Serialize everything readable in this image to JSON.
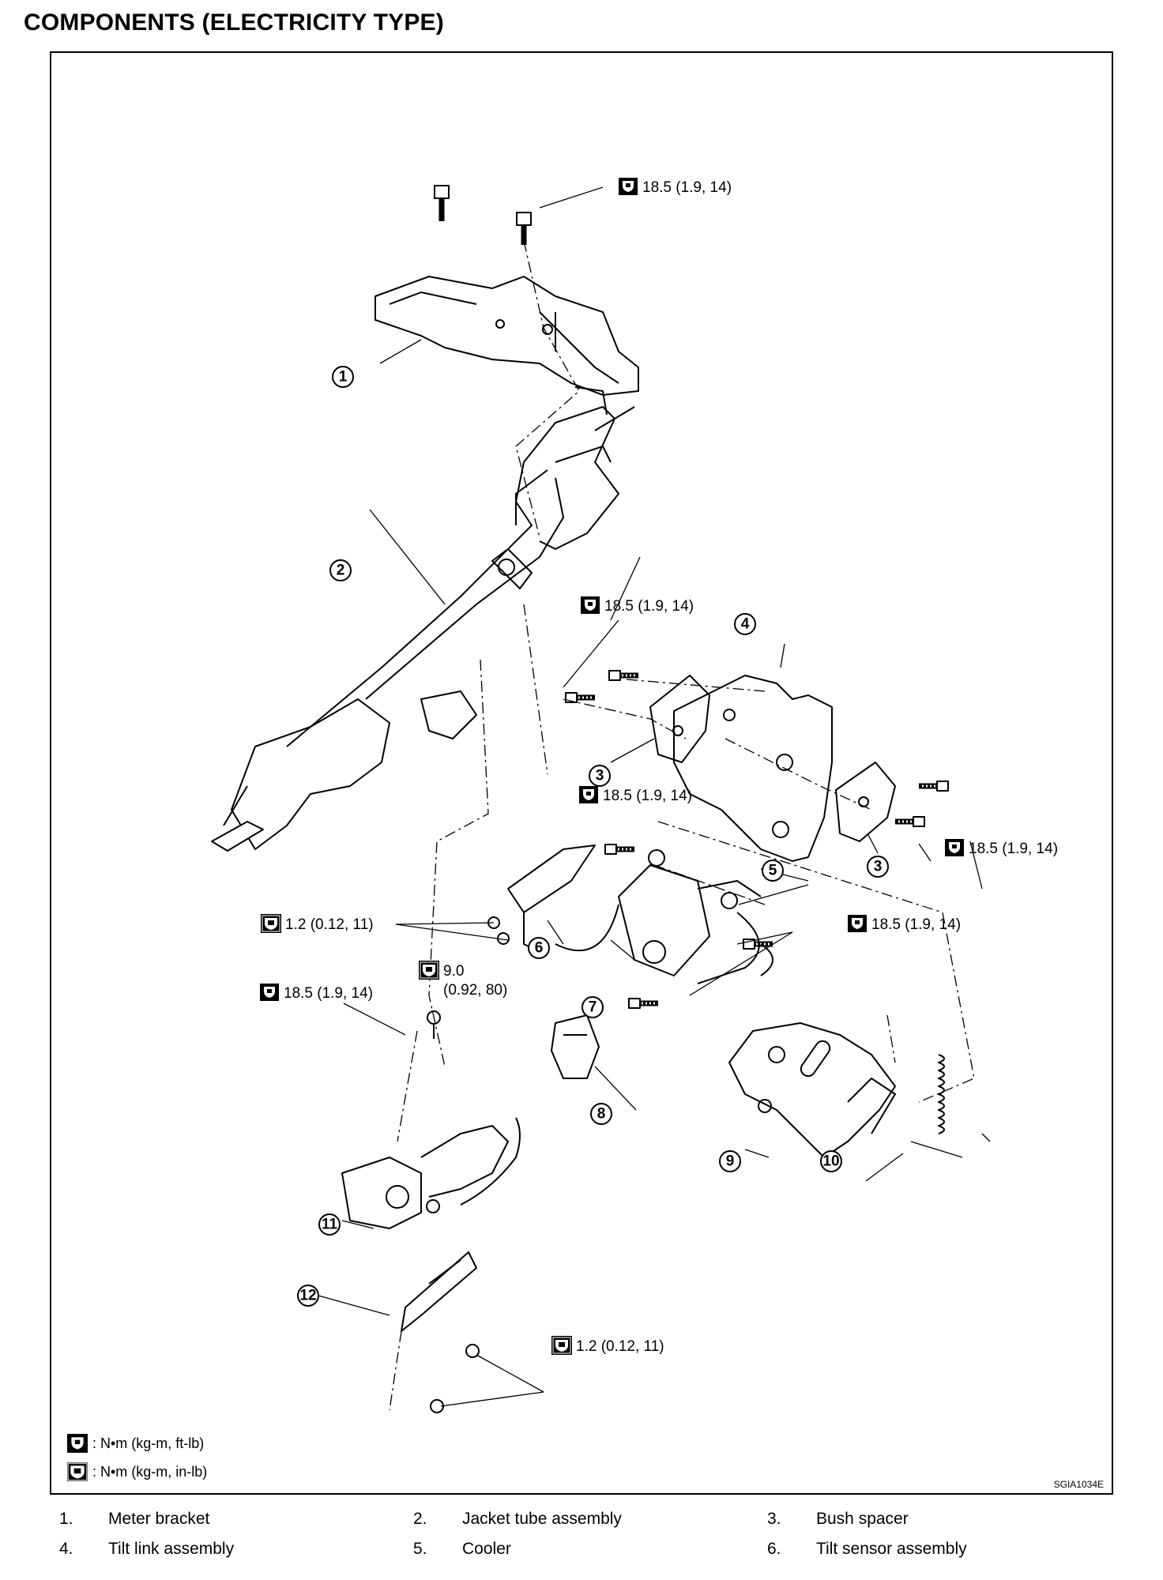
{
  "title": "COMPONENTS (ELECTRICITY TYPE)",
  "torque_labels": {
    "t1": "18.5 (1.9, 14)",
    "t2": "18.5 (1.9, 14)",
    "t3": "18.5 (1.9, 14)",
    "t4": "18.5 (1.9, 14)",
    "t5": "18.5 (1.9, 14)",
    "t6": "1.2 (0.12, 11)",
    "t7_line1": "9.0",
    "t7_line2": "(0.92, 80)",
    "t8": "18.5 (1.9, 14)",
    "t9": "1.2 (0.12, 11)"
  },
  "callouts": [
    "1",
    "2",
    "3",
    "3",
    "4",
    "5",
    "6",
    "7",
    "8",
    "9",
    "10",
    "11",
    "12"
  ],
  "legend": [
    {
      "icon": "torque-ftlb-icon",
      "text": ": N•m (kg-m, ft-lb)"
    },
    {
      "icon": "torque-inlb-icon",
      "text": ": N•m (kg-m, in-lb)"
    }
  ],
  "figure_id": "SGIA1034E",
  "parts": [
    {
      "num": "1.",
      "name": "Meter bracket"
    },
    {
      "num": "2.",
      "name": "Jacket tube assembly"
    },
    {
      "num": "3.",
      "name": "Bush spacer"
    },
    {
      "num": "4.",
      "name": "Tilt link assembly"
    },
    {
      "num": "5.",
      "name": "Cooler"
    },
    {
      "num": "6.",
      "name": "Tilt sensor assembly"
    }
  ]
}
